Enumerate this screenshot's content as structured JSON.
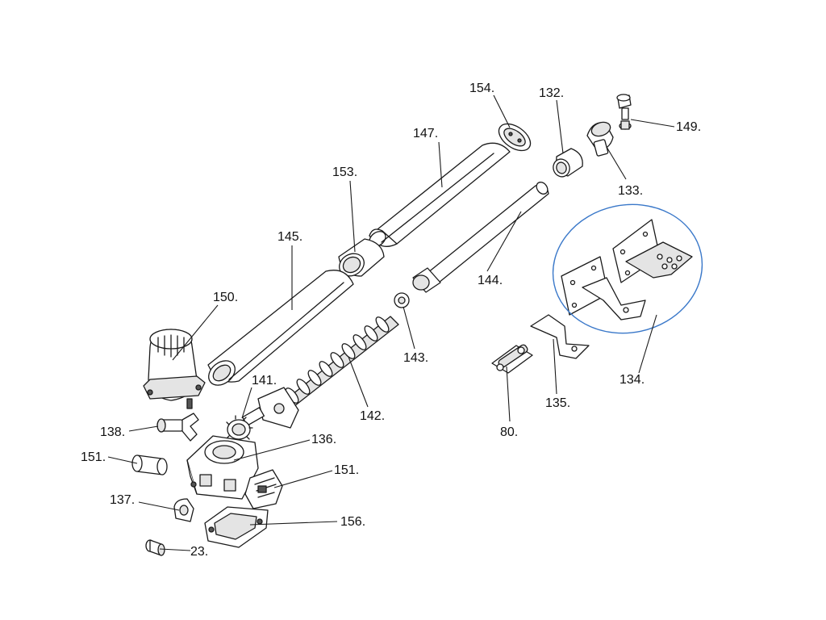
{
  "labels": {
    "154": "154.",
    "132": "132.",
    "149": "149.",
    "147": "147.",
    "133": "133.",
    "153": "153.",
    "145": "145.",
    "144": "144.",
    "150": "150.",
    "143": "143.",
    "134": "134.",
    "141": "141.",
    "142": "142.",
    "135": "135.",
    "138": "138.",
    "136": "136.",
    "80": "80.",
    "151a": "151.",
    "151b": "151.",
    "137": "137.",
    "156": "156.",
    "23": "23."
  },
  "colors": {
    "line": "#1a1a1a",
    "highlight": "#3a78c9",
    "background": "#ffffff"
  }
}
